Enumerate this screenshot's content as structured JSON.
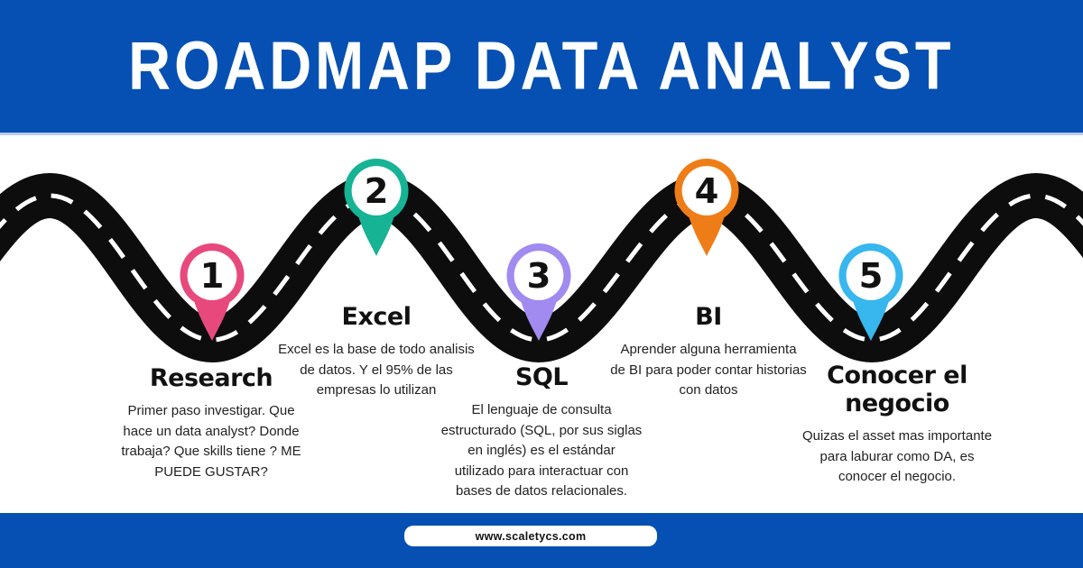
{
  "header": {
    "title": "ROADMAP DATA ANALYST",
    "background_color": "#0550b2"
  },
  "road": {
    "color": "#0d0d0d",
    "centerline_color": "#ffffff"
  },
  "stations": [
    {
      "number": "1",
      "title": "Research",
      "description": "Primer paso investigar. Que\nhace un data analyst? Donde\ntrabaja? Que skills tiene ? ME\nPUEDE GUSTAR?",
      "color": "#e8497c"
    },
    {
      "number": "2",
      "title": "Excel",
      "description": "Excel es la base de todo analisis\nde datos. Y el 95% de las\nempresas lo utilizan",
      "color": "#16b394"
    },
    {
      "number": "3",
      "title": "SQL",
      "description": "El lenguaje de consulta\nestructurado (SQL, por sus siglas\nen inglés) es el estándar\nutilizado para interactuar con\nbases de datos relacionales.",
      "color": "#a18af0"
    },
    {
      "number": "4",
      "title": "BI",
      "description": "Aprender alguna herramienta\nde BI para poder contar historias\ncon datos",
      "color": "#ef7d17"
    },
    {
      "number": "5",
      "title": "Conocer el negocio",
      "description": "Quizas el asset mas importante\npara laburar como DA, es\nconocer el negocio.",
      "color": "#38b6ee"
    }
  ],
  "footer": {
    "website": "www.scaletycs.com"
  }
}
